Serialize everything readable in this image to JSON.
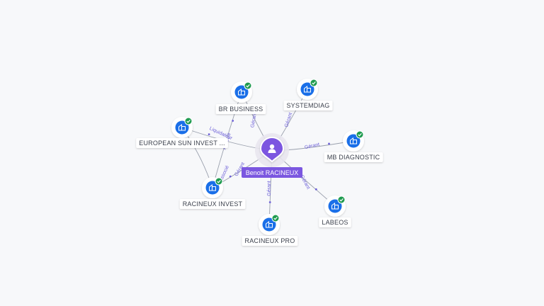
{
  "center": {
    "name": "Benoit RACINEUX",
    "icon": "person-icon"
  },
  "companies": [
    {
      "id": "br-business",
      "name": "BR BUSINESS",
      "verified": true
    },
    {
      "id": "systemdiag",
      "name": "SYSTEMDIAG",
      "verified": true
    },
    {
      "id": "mb-diagnostic",
      "name": "MB DIAGNOSTIC",
      "verified": true
    },
    {
      "id": "labeos",
      "name": "LABEOS",
      "verified": true
    },
    {
      "id": "racineux-pro",
      "name": "RACINEUX PRO",
      "verified": true
    },
    {
      "id": "racineux-invest",
      "name": "RACINEUX INVEST",
      "verified": true
    },
    {
      "id": "european-sun-invest",
      "name": "EUROPEAN SUN INVEST ...",
      "verified": true
    }
  ],
  "edges": [
    {
      "from": "center",
      "to": "br-business",
      "label": "Gérant"
    },
    {
      "from": "center",
      "to": "systemdiag",
      "label": "Gérant"
    },
    {
      "from": "center",
      "to": "mb-diagnostic",
      "label": "Gérant"
    },
    {
      "from": "center",
      "to": "labeos",
      "label": "Gérant"
    },
    {
      "from": "center",
      "to": "racineux-pro",
      "label": "Gérant"
    },
    {
      "from": "center",
      "to": "racineux-invest",
      "label": "Gérant"
    },
    {
      "from": "center",
      "to": "european-sun-invest",
      "label": "Liquidateur"
    },
    {
      "from": "racineux-invest",
      "to": "br-business",
      "label": "Associé"
    },
    {
      "from": "racineux-invest",
      "to": "european-sun-invest",
      "label": "Associé"
    }
  ],
  "icons": {
    "company": "building-icon",
    "verified": "verified-check-icon"
  },
  "colors": {
    "background": "#f7f8fa",
    "center_fill": "#7b57e0",
    "center_badge": "#7b57e0",
    "company_fill": "#1a6fe8",
    "verified": "#1f9b4f",
    "edge": "#9aa0ad",
    "edge_label": "#6c5fd8"
  }
}
